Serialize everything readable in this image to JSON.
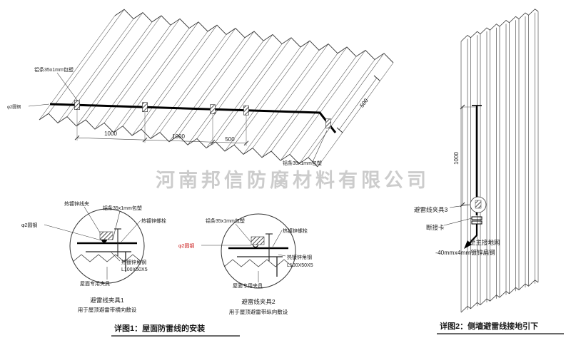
{
  "watermark": "河南邦信防腐材料有限公司",
  "colors": {
    "line": "#3a3a3a",
    "wire": "#000000",
    "red": "#cc2222",
    "watermark": "#9b9b9b"
  },
  "roof": {
    "label_strip_top": "铝条35x1mm包塑",
    "label_strip_right": "铝条35x1mm包塑",
    "label_round_steel": "φ2圆钢",
    "dim_1": "1000",
    "dim_2": "1000",
    "dim_3": "500",
    "dim_slope": "500"
  },
  "detail1": {
    "label_wire_clamp": "热镀锌线夹",
    "label_strip": "铝条35x1mm包塑",
    "label_bolt": "热镀锌螺栓",
    "label_round_steel": "φ2圆钢",
    "label_angle_steel": "热镀锌角钢",
    "label_angle_spec": "L100X50X5",
    "label_roof_fixture": "屋面专用夹具",
    "title": "避雷线夹具1",
    "subtitle": "用于屋顶避雷带横向敷设"
  },
  "detail2": {
    "label_strip": "铝条35x1mm包塑",
    "label_bolt": "热镀锌螺栓",
    "label_round_steel": "φ2圆钢",
    "label_angle_steel": "热镀锌角钢",
    "label_angle_spec": "L100X50X5",
    "label_roof_fixture": "屋面专用夹具",
    "title": "避雷线夹具2",
    "subtitle": "用于屋顶避雷带纵向敷设"
  },
  "wall": {
    "dim_vertical": "1000",
    "label_clamp3": "避雷线夹具3",
    "label_disconnect": "断接卡",
    "label_to_ground": "至主接地网",
    "label_flat_steel": "-40mmx4mm镀锌扁钢"
  },
  "captions": {
    "fig1": "详图1：屋面防雷线的安装",
    "fig2": "详图2：侧墙避雷线接地引下"
  }
}
